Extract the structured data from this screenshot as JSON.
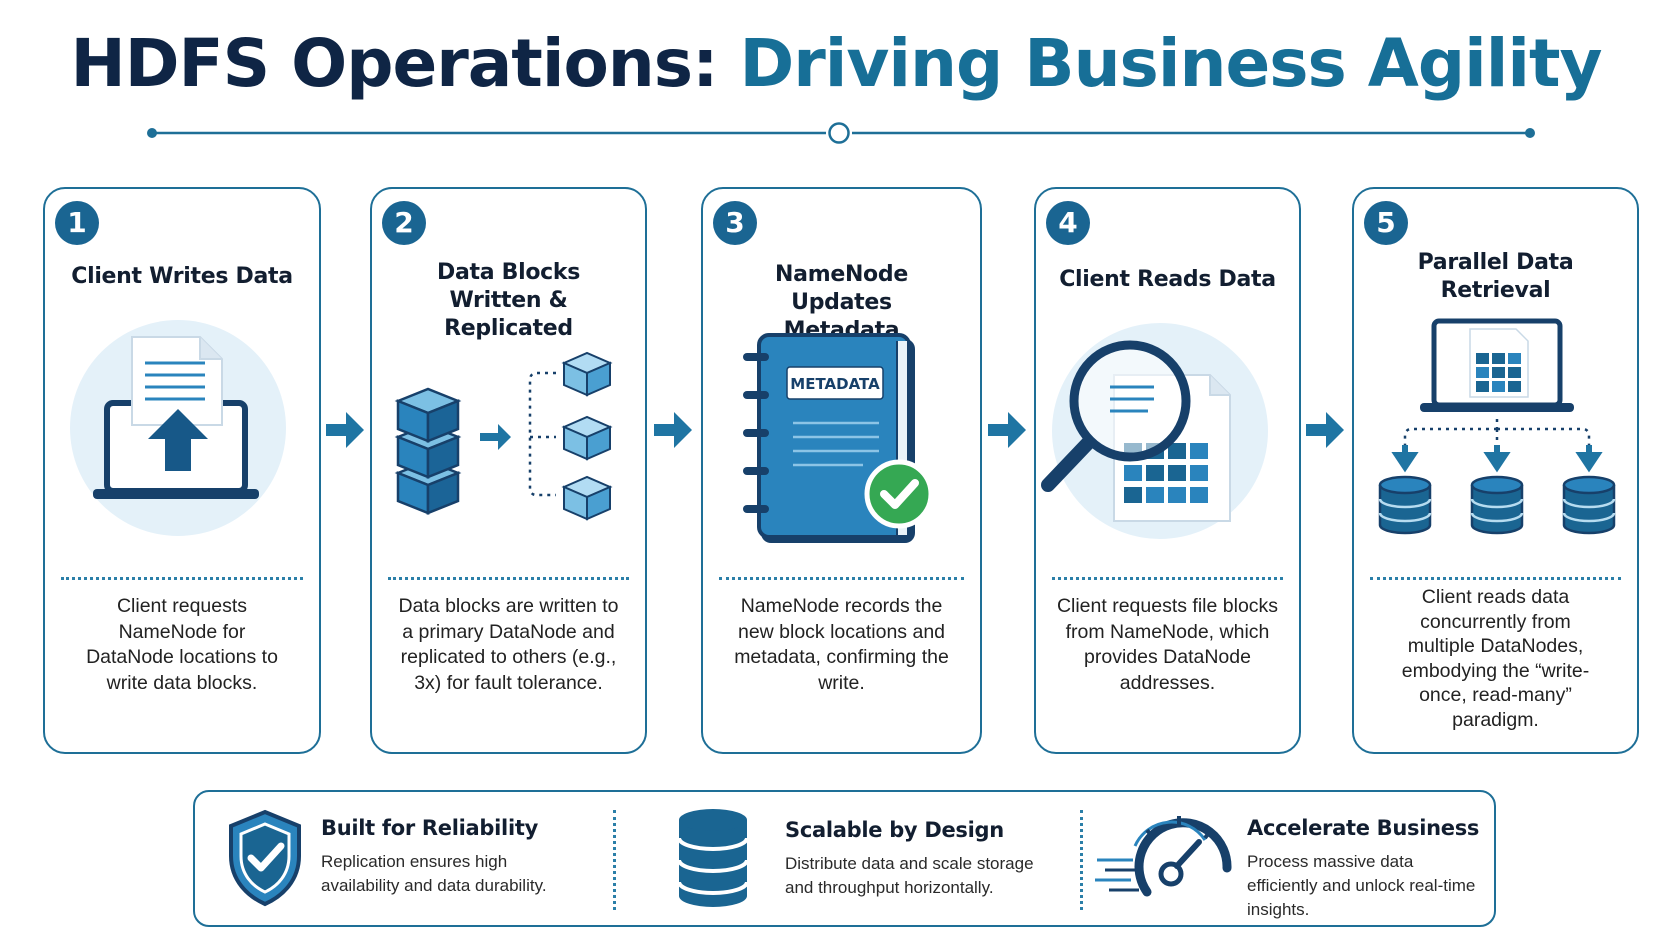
{
  "header": {
    "title_part1": "HDFS Operations:",
    "title_part2": "Driving Business Agility"
  },
  "steps": [
    {
      "number": "1",
      "title": "Client Writes Data",
      "description": "Client requests NameNode for DataNode locations to write data blocks."
    },
    {
      "number": "2",
      "title": "Data Blocks Written & Replicated",
      "description": "Data blocks are written to a primary DataNode and replicated to others (e.g., 3x) for fault tolerance."
    },
    {
      "number": "3",
      "title": "NameNode Updates Metadata",
      "book_label": "METADATA",
      "description": "NameNode records the new block locations and metadata, confirming the write."
    },
    {
      "number": "4",
      "title": "Client Reads Data",
      "description": "Client requests file blocks from NameNode, which provides DataNode addresses."
    },
    {
      "number": "5",
      "title": "Parallel Data Retrieval",
      "description": "Client reads data concurrently from multiple DataNodes, embodying the “write-once, read-many” paradigm."
    }
  ],
  "features": [
    {
      "title": "Built for Reliability",
      "text": "Replication ensures high availability and data durability.",
      "icon": "shield-check-icon"
    },
    {
      "title": "Scalable by Design",
      "text": "Distribute data and scale storage and throughput horizontally.",
      "icon": "database-icon"
    },
    {
      "title": "Accelerate Business",
      "text": "Process massive data efficiently and unlock real-time insights.",
      "icon": "speedometer-icon"
    }
  ],
  "colors": {
    "navy": "#0f2545",
    "accent": "#176f97",
    "border": "#1e6f97",
    "light_circle": "#e4f1f9",
    "check_green": "#35a853"
  }
}
